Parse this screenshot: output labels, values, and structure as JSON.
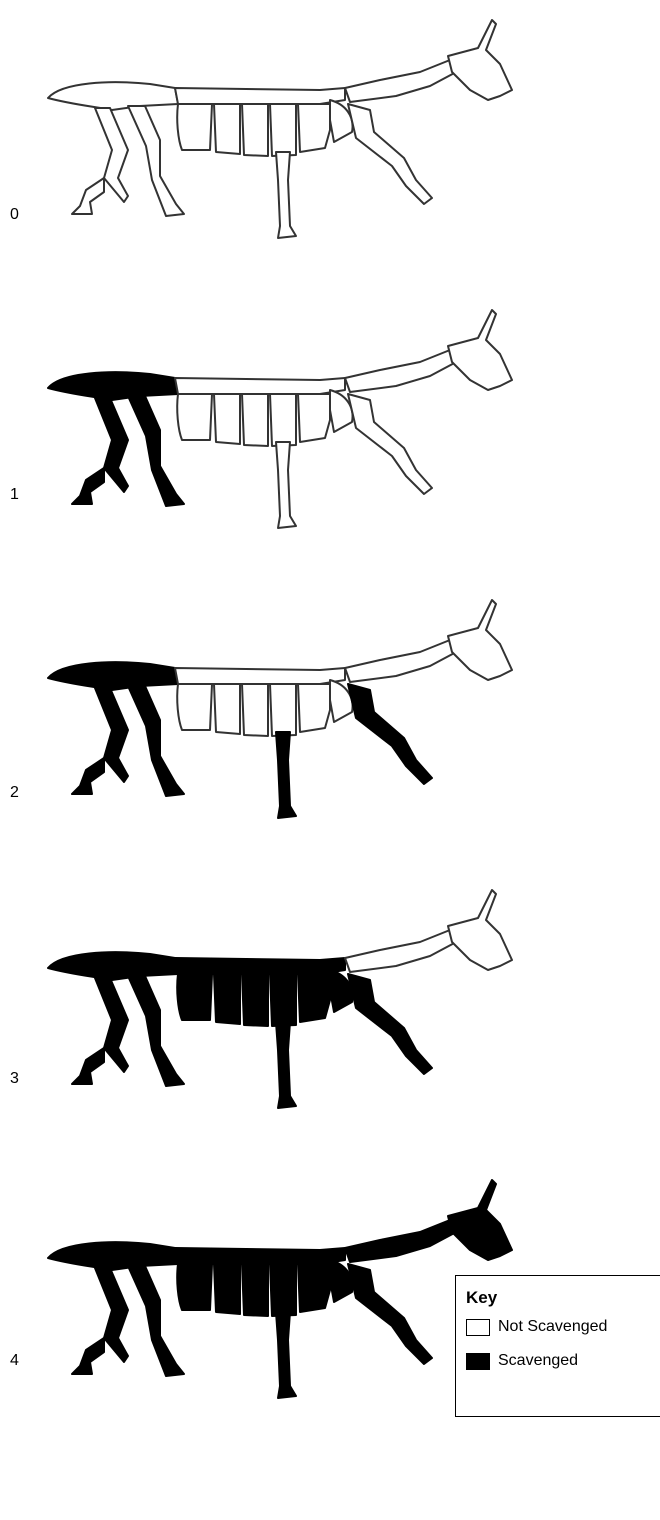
{
  "colors": {
    "scavenged": "#000000",
    "not_scavenged": "#ffffff",
    "outline": "#333333"
  },
  "stages": [
    {
      "label": "0",
      "scavenged": []
    },
    {
      "label": "1",
      "scavenged": [
        "pelvis",
        "hind_legs"
      ]
    },
    {
      "label": "2",
      "scavenged": [
        "pelvis",
        "hind_legs",
        "fore_legs"
      ]
    },
    {
      "label": "3",
      "scavenged": [
        "pelvis",
        "hind_legs",
        "fore_legs",
        "ribs",
        "spine"
      ]
    },
    {
      "label": "4",
      "scavenged": [
        "pelvis",
        "hind_legs",
        "fore_legs",
        "ribs",
        "spine",
        "neck",
        "skull"
      ]
    }
  ],
  "key": {
    "title": "Key",
    "not_scavenged_label": "Not Scavenged",
    "scavenged_label": "Scavenged"
  }
}
